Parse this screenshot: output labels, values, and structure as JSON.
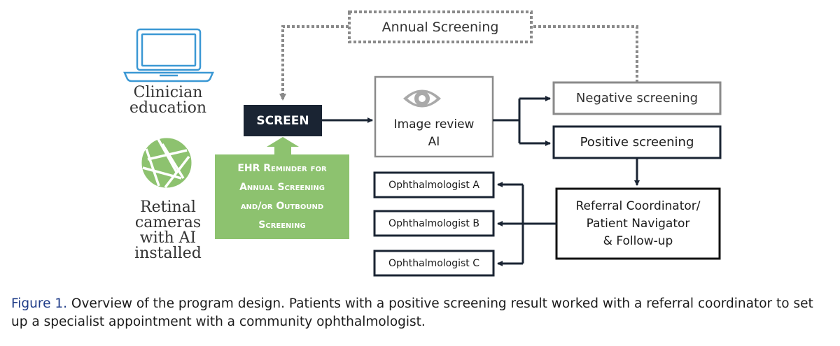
{
  "left_panel": {
    "clinician_label": [
      "Clinician",
      "education"
    ],
    "camera_label": [
      "Retinal",
      "cameras",
      "with AI",
      "installed"
    ]
  },
  "flow": {
    "annual_screening": "Annual Screening",
    "screen": "SCREEN",
    "ehr_reminder": [
      "EHR Reminder for",
      "Annual Screening",
      "and/or Outbound",
      "Screening"
    ],
    "image_review": [
      "Image review",
      "AI"
    ],
    "negative_screening": "Negative screening",
    "positive_screening": "Positive screening",
    "referral": [
      "Referral Coordinator/",
      "Patient Navigator",
      "& Follow-up"
    ],
    "ophthalmologists": [
      "Ophthalmologist A",
      "Ophthalmologist B",
      "Ophthalmologist C"
    ]
  },
  "caption": {
    "figure_label": "Figure 1.",
    "text": "Overview of the program design. Patients with a positive screening result worked with a referral coordinator to set up a specialist appointment with a community ophthalmologist."
  },
  "colors": {
    "navy": "#1a2433",
    "green": "#8dc26f",
    "gray_box": "#8a8a8a",
    "laptop_blue": "#3b98d4",
    "caption_blue": "#1f3c88"
  },
  "icons": {
    "laptop": "laptop-icon",
    "aperture": "camera-aperture-icon",
    "eye": "eye-icon"
  }
}
